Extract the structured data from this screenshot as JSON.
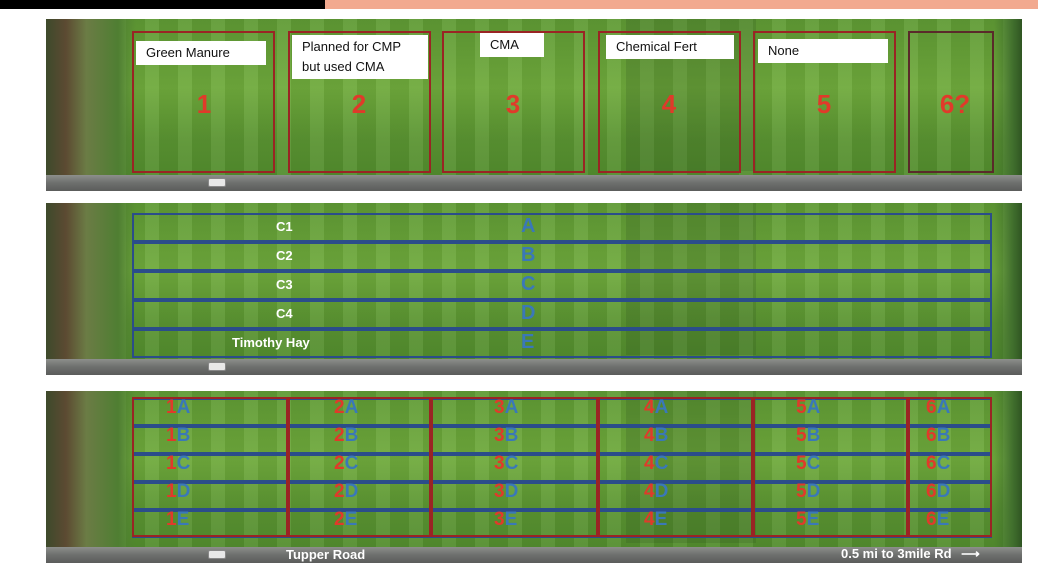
{
  "panel_top": {
    "plots": [
      {
        "label": "Green Manure",
        "number": "1"
      },
      {
        "label": "Planned for CMP but used CMA",
        "number": "2"
      },
      {
        "label": "CMA",
        "number": "3"
      },
      {
        "label": "Chemical Fert",
        "number": "4"
      },
      {
        "label": "None",
        "number": "5"
      },
      {
        "label": "",
        "number": "6?"
      }
    ]
  },
  "panel_middle": {
    "strips": [
      {
        "crop": "C1",
        "letter": "A"
      },
      {
        "crop": "C2",
        "letter": "B"
      },
      {
        "crop": "C3",
        "letter": "C"
      },
      {
        "crop": "C4",
        "letter": "D"
      },
      {
        "crop": "Timothy Hay",
        "letter": "E"
      }
    ]
  },
  "panel_bottom": {
    "columns": [
      "1",
      "2",
      "3",
      "4",
      "5",
      "6"
    ],
    "rows": [
      "A",
      "B",
      "C",
      "D",
      "E"
    ],
    "road_label": "Tupper Road",
    "direction_label": "0.5 mi to 3mile Rd"
  },
  "colors": {
    "plot_border": "#9a2424",
    "strip_border": "#2b4d8a",
    "plot_number": "#e03a2a",
    "strip_letter": "#3a78b8"
  }
}
